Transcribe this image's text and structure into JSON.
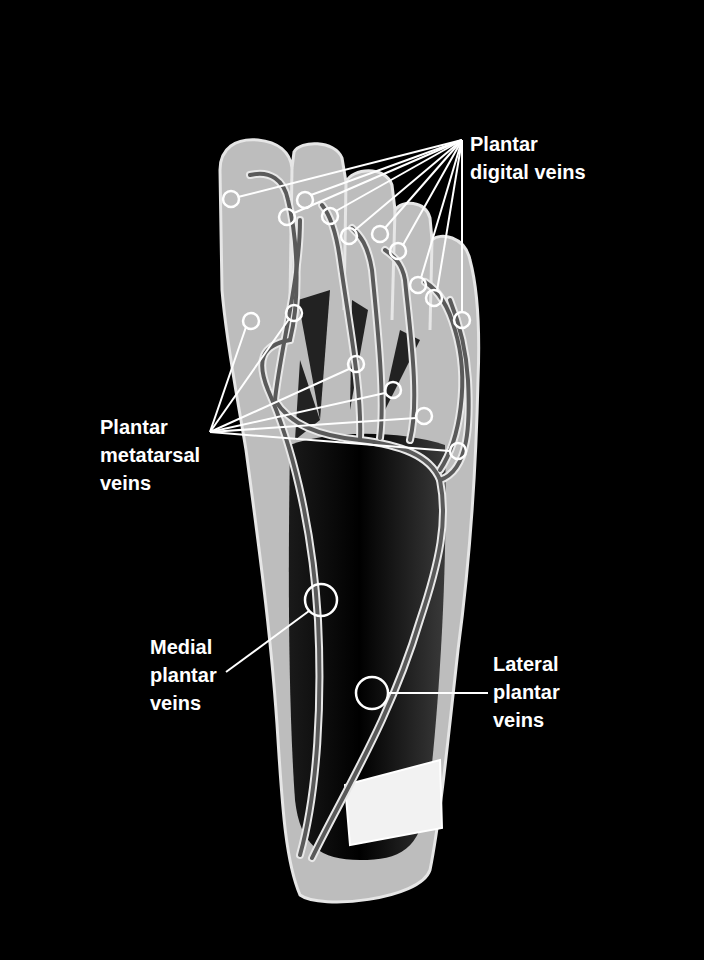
{
  "diagram": {
    "labels": [
      "Plantar digital veins",
      "Plantar metatarsal veins",
      "Medial plantar veins",
      "Lateral plantar veins"
    ]
  }
}
